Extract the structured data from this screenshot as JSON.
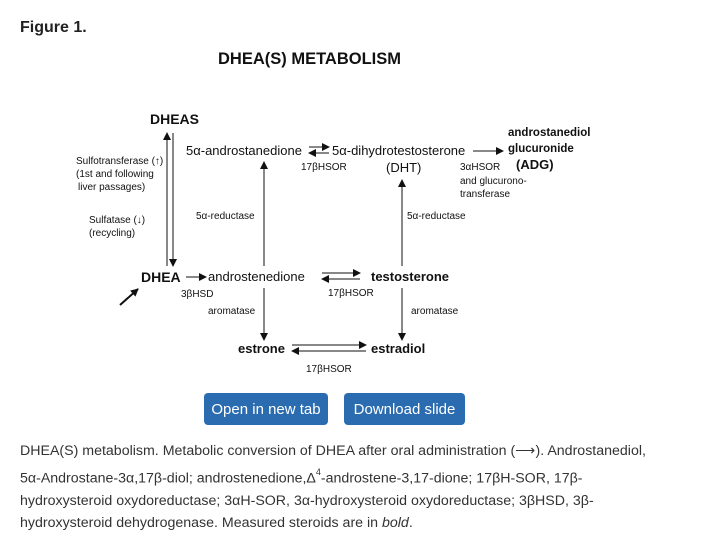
{
  "figure_label": "Figure 1.",
  "diagram": {
    "title": "DHEA(S) METABOLISM",
    "nodes": {
      "dheas": "DHEAS",
      "dhea": "DHEA",
      "androstenedione": "androstenedione",
      "testosterone": "testosterone",
      "estrone": "estrone",
      "estradiol": "estradiol",
      "androstanedione": "5α-androstanedione",
      "dht_name": "5α-dihydrotestosterone",
      "dht_abbr": "(DHT)",
      "adg_line1": "androstanediol",
      "adg_line2": "glucuronide",
      "adg_abbr": "(ADG)"
    },
    "enzymes": {
      "sulfotransferase_1": "Sulfotransferase (↑)",
      "sulfotransferase_2": "(1st and following",
      "sulfotransferase_3": "liver passages)",
      "sulfatase_1": "Sulfatase (↓)",
      "sulfatase_2": "(recycling)",
      "reductase_left": "5α-reductase",
      "reductase_right": "5α-reductase",
      "hsor_top": "17βHSOR",
      "hsor_mid": "17βHSOR",
      "hsor_bottom": "17βHSOR",
      "hsd": "3βHSD",
      "aromatase_left": "aromatase",
      "aromatase_right": "aromatase",
      "adg_enzyme_1": "3αHSOR",
      "adg_enzyme_2": "and glucurono-",
      "adg_enzyme_3": "transferase"
    }
  },
  "buttons": {
    "open": "Open in new tab",
    "download": "Download slide"
  },
  "caption": {
    "part1": "DHEA(S) metabolism. Metabolic conversion of DHEA after oral administration (⟶). Androstanediol, 5α-Androstane-3α,17β-diol; androstenedione,Δ",
    "sup": "4",
    "part2": "-androstene-3,17-dione; 17βH-SOR, 17β-hydroxysteroid oxydoreductase; 3αH-SOR, 3α-hydroxysteroid oxydoreductase; 3βHSD, 3β-hydroxysteroid dehydrogenase. Measured steroids are in ",
    "bold_word": "bold",
    "part3": "."
  }
}
